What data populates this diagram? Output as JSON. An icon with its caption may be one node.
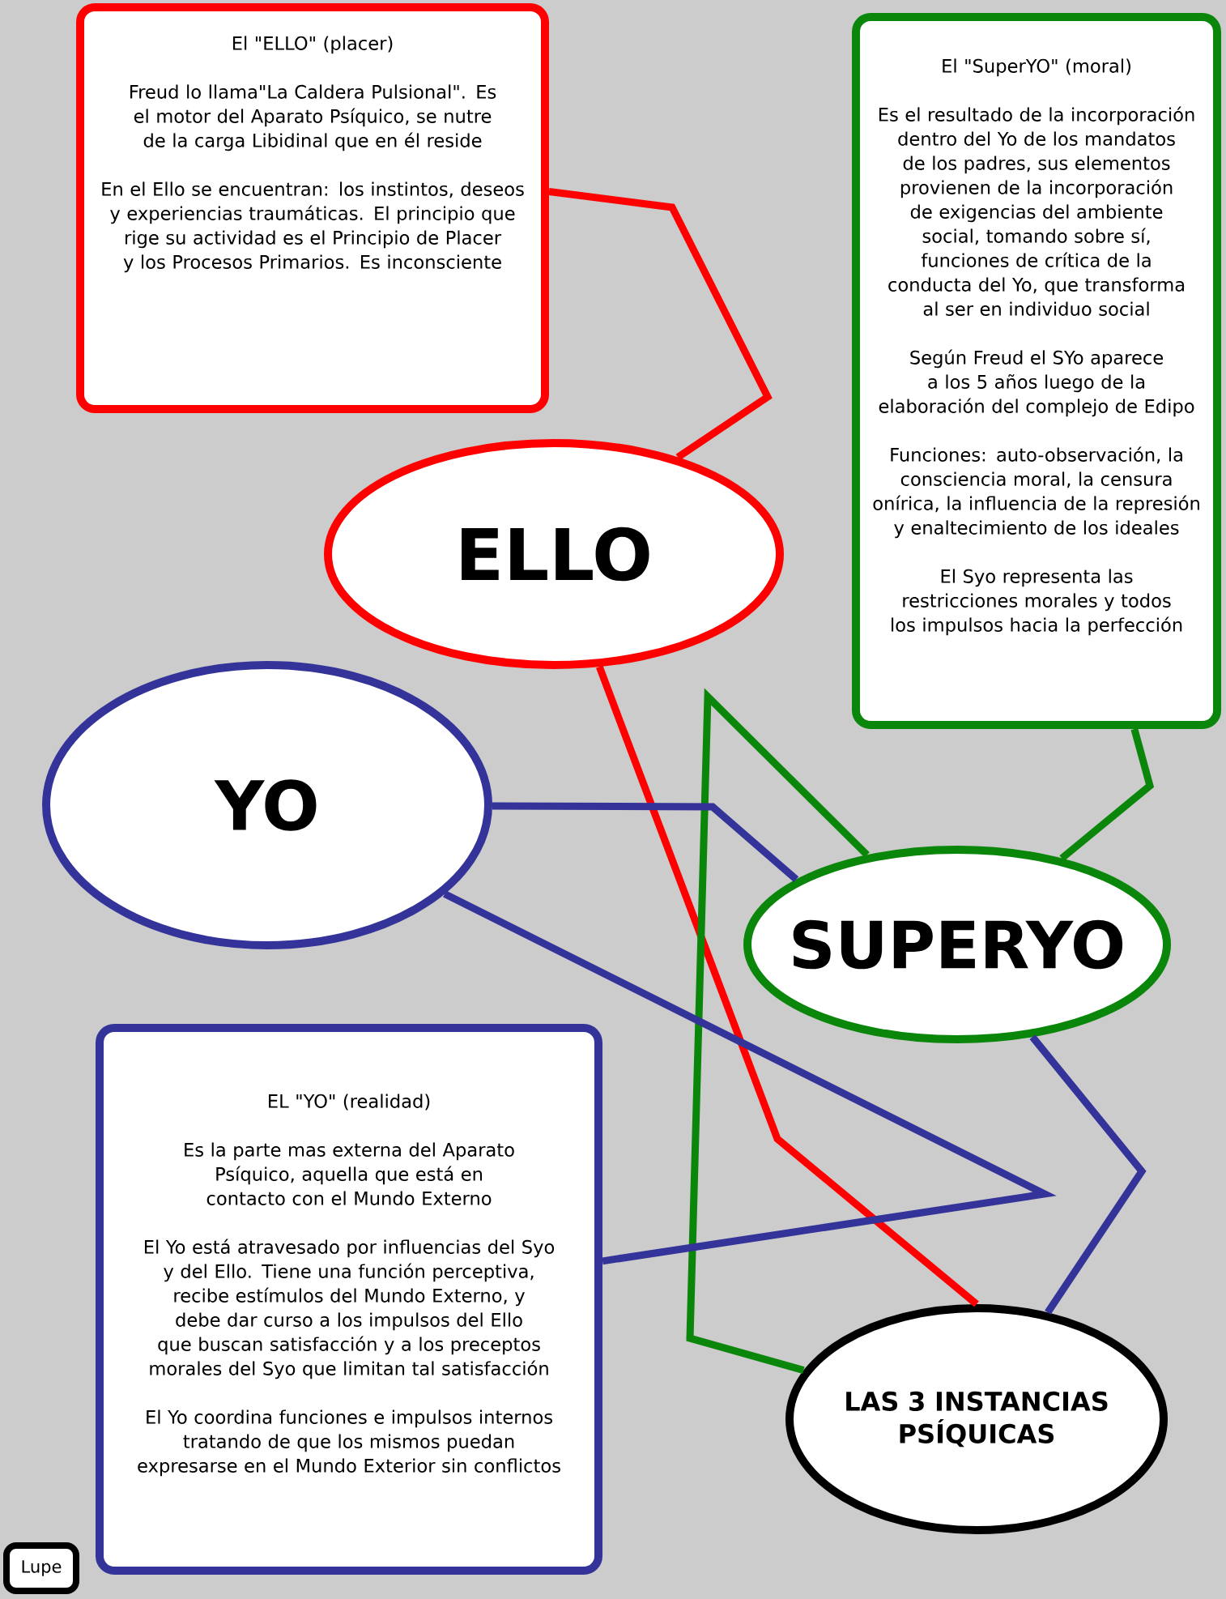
{
  "diagram": {
    "nodes": [
      {
        "text": [
          "El \"ELLO\" (placer)",
          "Freud lo llama\"La Caldera Pulsional\". Es el motor del Aparato Psíquico, se nutre de la carga Libidinal que en él reside",
          "En el Ello se encuentran: los instintos, deseos y experiencias traumáticas. El principio que rige su actividad es el Principio de Placer y los Procesos Primarios. Es inconsciente"
        ]
      },
      {
        "text": [
          "El \"SuperYO\" (moral)",
          "Es el resultado de la incorporación dentro del Yo de los mandatos de los padres, sus elementos provienen de la incorporación de exigencias del ambiente social, tomando sobre sí, funciones de crítica de la conducta del Yo, que transforma al ser en individuo social",
          "Según Freud el SYo aparece a los 5 años luego de la elaboración del complejo de Edipo",
          "Funciones: auto-observación, la consciencia moral, la censura onírica, la influencia de la represión y enaltecimiento de los ideales",
          "El Syo representa las restricciones morales y todos los impulsos hacia la perfección"
        ]
      },
      {
        "text": [
          "ELLO"
        ]
      },
      {
        "text": [
          "YO"
        ]
      },
      {
        "text": [
          "SUPERYO"
        ]
      },
      {
        "text": [
          "EL \"YO\" (realidad)",
          "Es la parte mas externa del Aparato Psíquico, aquella que está en contacto con el Mundo Externo",
          "El Yo está atravesado por influencias del Syo y del Ello. Tiene una función perceptiva, recibe estímulos del Mundo Externo, y debe dar curso a los impulsos del Ello que buscan satisfacción y a los preceptos morales del Syo que limitan tal satisfacción",
          "El Yo coordina funciones e impulsos internos tratando de que los mismos puedan expresarse en el Mundo Exterior sin conflictos"
        ]
      },
      {
        "text": [
          "LAS 3 INSTANCIAS PSÍQUICAS"
        ]
      },
      {
        "text": [
          "Lupe"
        ]
      }
    ],
    "edges": [
      {
        "from": 0,
        "to": 2,
        "arrow": "none",
        "color": "#ff0000"
      },
      {
        "from": 2,
        "to": 6,
        "arrow": "none",
        "color": "#ff0000"
      },
      {
        "from": 1,
        "to": 4,
        "arrow": "none",
        "color": "#0a860a"
      },
      {
        "from": 4,
        "to": 6,
        "arrow": "none",
        "color": "#0a860a"
      },
      {
        "from": 3,
        "to": 4,
        "arrow": "none"
      },
      {
        "from": 3,
        "to": 5,
        "arrow": "none"
      },
      {
        "from": 4,
        "to": 6,
        "arrow": "none"
      }
    ]
  }
}
